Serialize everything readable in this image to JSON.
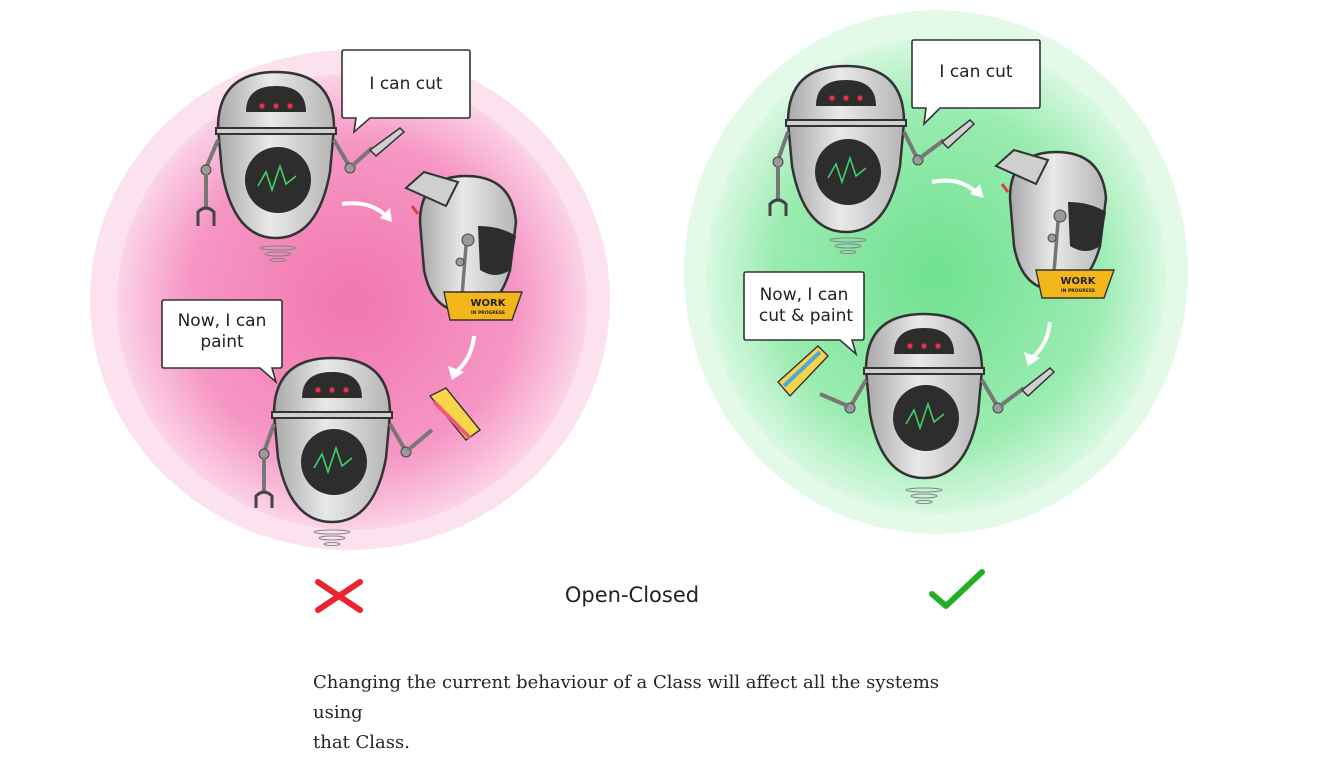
{
  "diagram": {
    "left_panel": {
      "bubble_top": "I can cut",
      "bubble_bottom": [
        "Now, I can",
        "paint"
      ],
      "sign_main": "WORK",
      "sign_sub": "IN PROGRESS",
      "verdict_icon": "cross-icon",
      "verdict_color": "#e8242f",
      "blob_color": "#f27fb5"
    },
    "right_panel": {
      "bubble_top": "I can cut",
      "bubble_bottom": [
        "Now, I can",
        "cut & paint"
      ],
      "sign_main": "WORK",
      "sign_sub": "IN PROGRESS",
      "verdict_icon": "check-icon",
      "verdict_color": "#22b022",
      "blob_color": "#7fe39a"
    },
    "center_label": "Open-Closed"
  },
  "caption": {
    "line1": "Changing the current behaviour of a Class will affect all the systems using",
    "line2": "that Class."
  }
}
